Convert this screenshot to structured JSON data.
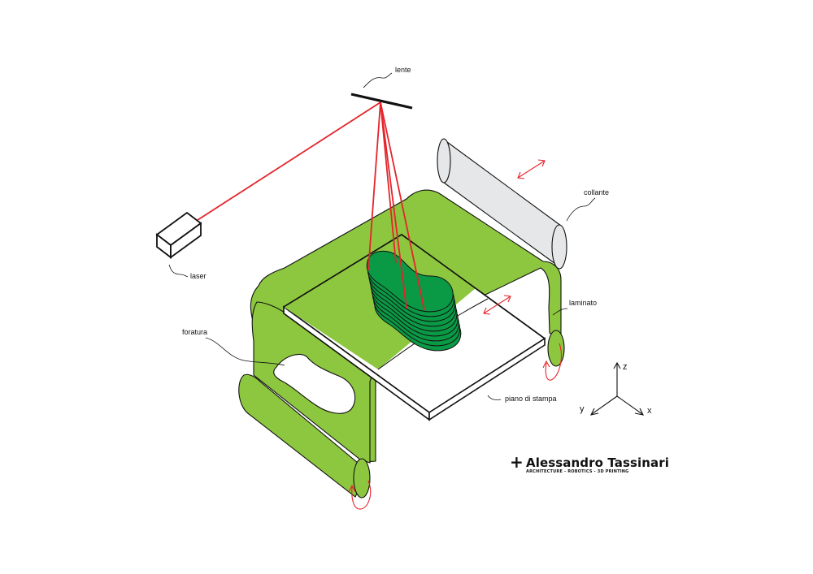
{
  "colors": {
    "laminate": "#8dc63f",
    "printed_part": "#0a9a45",
    "laser_beam": "#e5242b",
    "glue_roller": "#e6e7e8",
    "stroke": "#111111"
  },
  "labels": {
    "lens": "lente",
    "laser": "laser",
    "glue": "collante",
    "laminate": "laminato",
    "perforation": "foratura",
    "print_bed": "piano di stampa"
  },
  "axes": {
    "z": "z",
    "y": "y",
    "x": "x"
  },
  "brand": {
    "name": "Alessandro Tassinari",
    "tagline": "ARCHITECTURE - ROBOTICS - 3D PRINTING"
  }
}
